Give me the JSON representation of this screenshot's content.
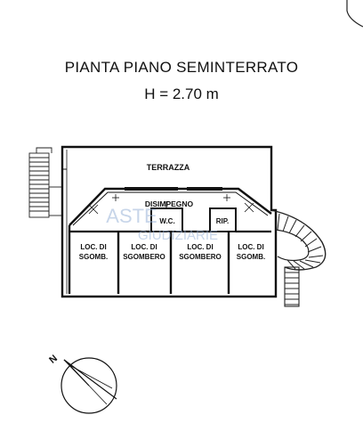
{
  "title": "PIANTA PIANO SEMINTERRATO",
  "height_label": "H = 2.70 m",
  "rooms": {
    "terrace": "TERRAZZA",
    "hall": "DISIMPEGNO",
    "wc": "W.C.",
    "storage": "RIP.",
    "loc1_line1": "LOC. DI",
    "loc1_line2": "SGOMB.",
    "loc2_line1": "LOC. DI",
    "loc2_line2": "SGOMBERO",
    "loc3_line1": "LOC. DI",
    "loc3_line2": "SGOMBERO",
    "loc4_line1": "LOC. DI",
    "loc4_line2": "SGOMB."
  },
  "watermark": {
    "line1": "ASTE",
    "line2": "GIUDIZIARIE"
  },
  "compass": {
    "north_label": "N"
  }
}
